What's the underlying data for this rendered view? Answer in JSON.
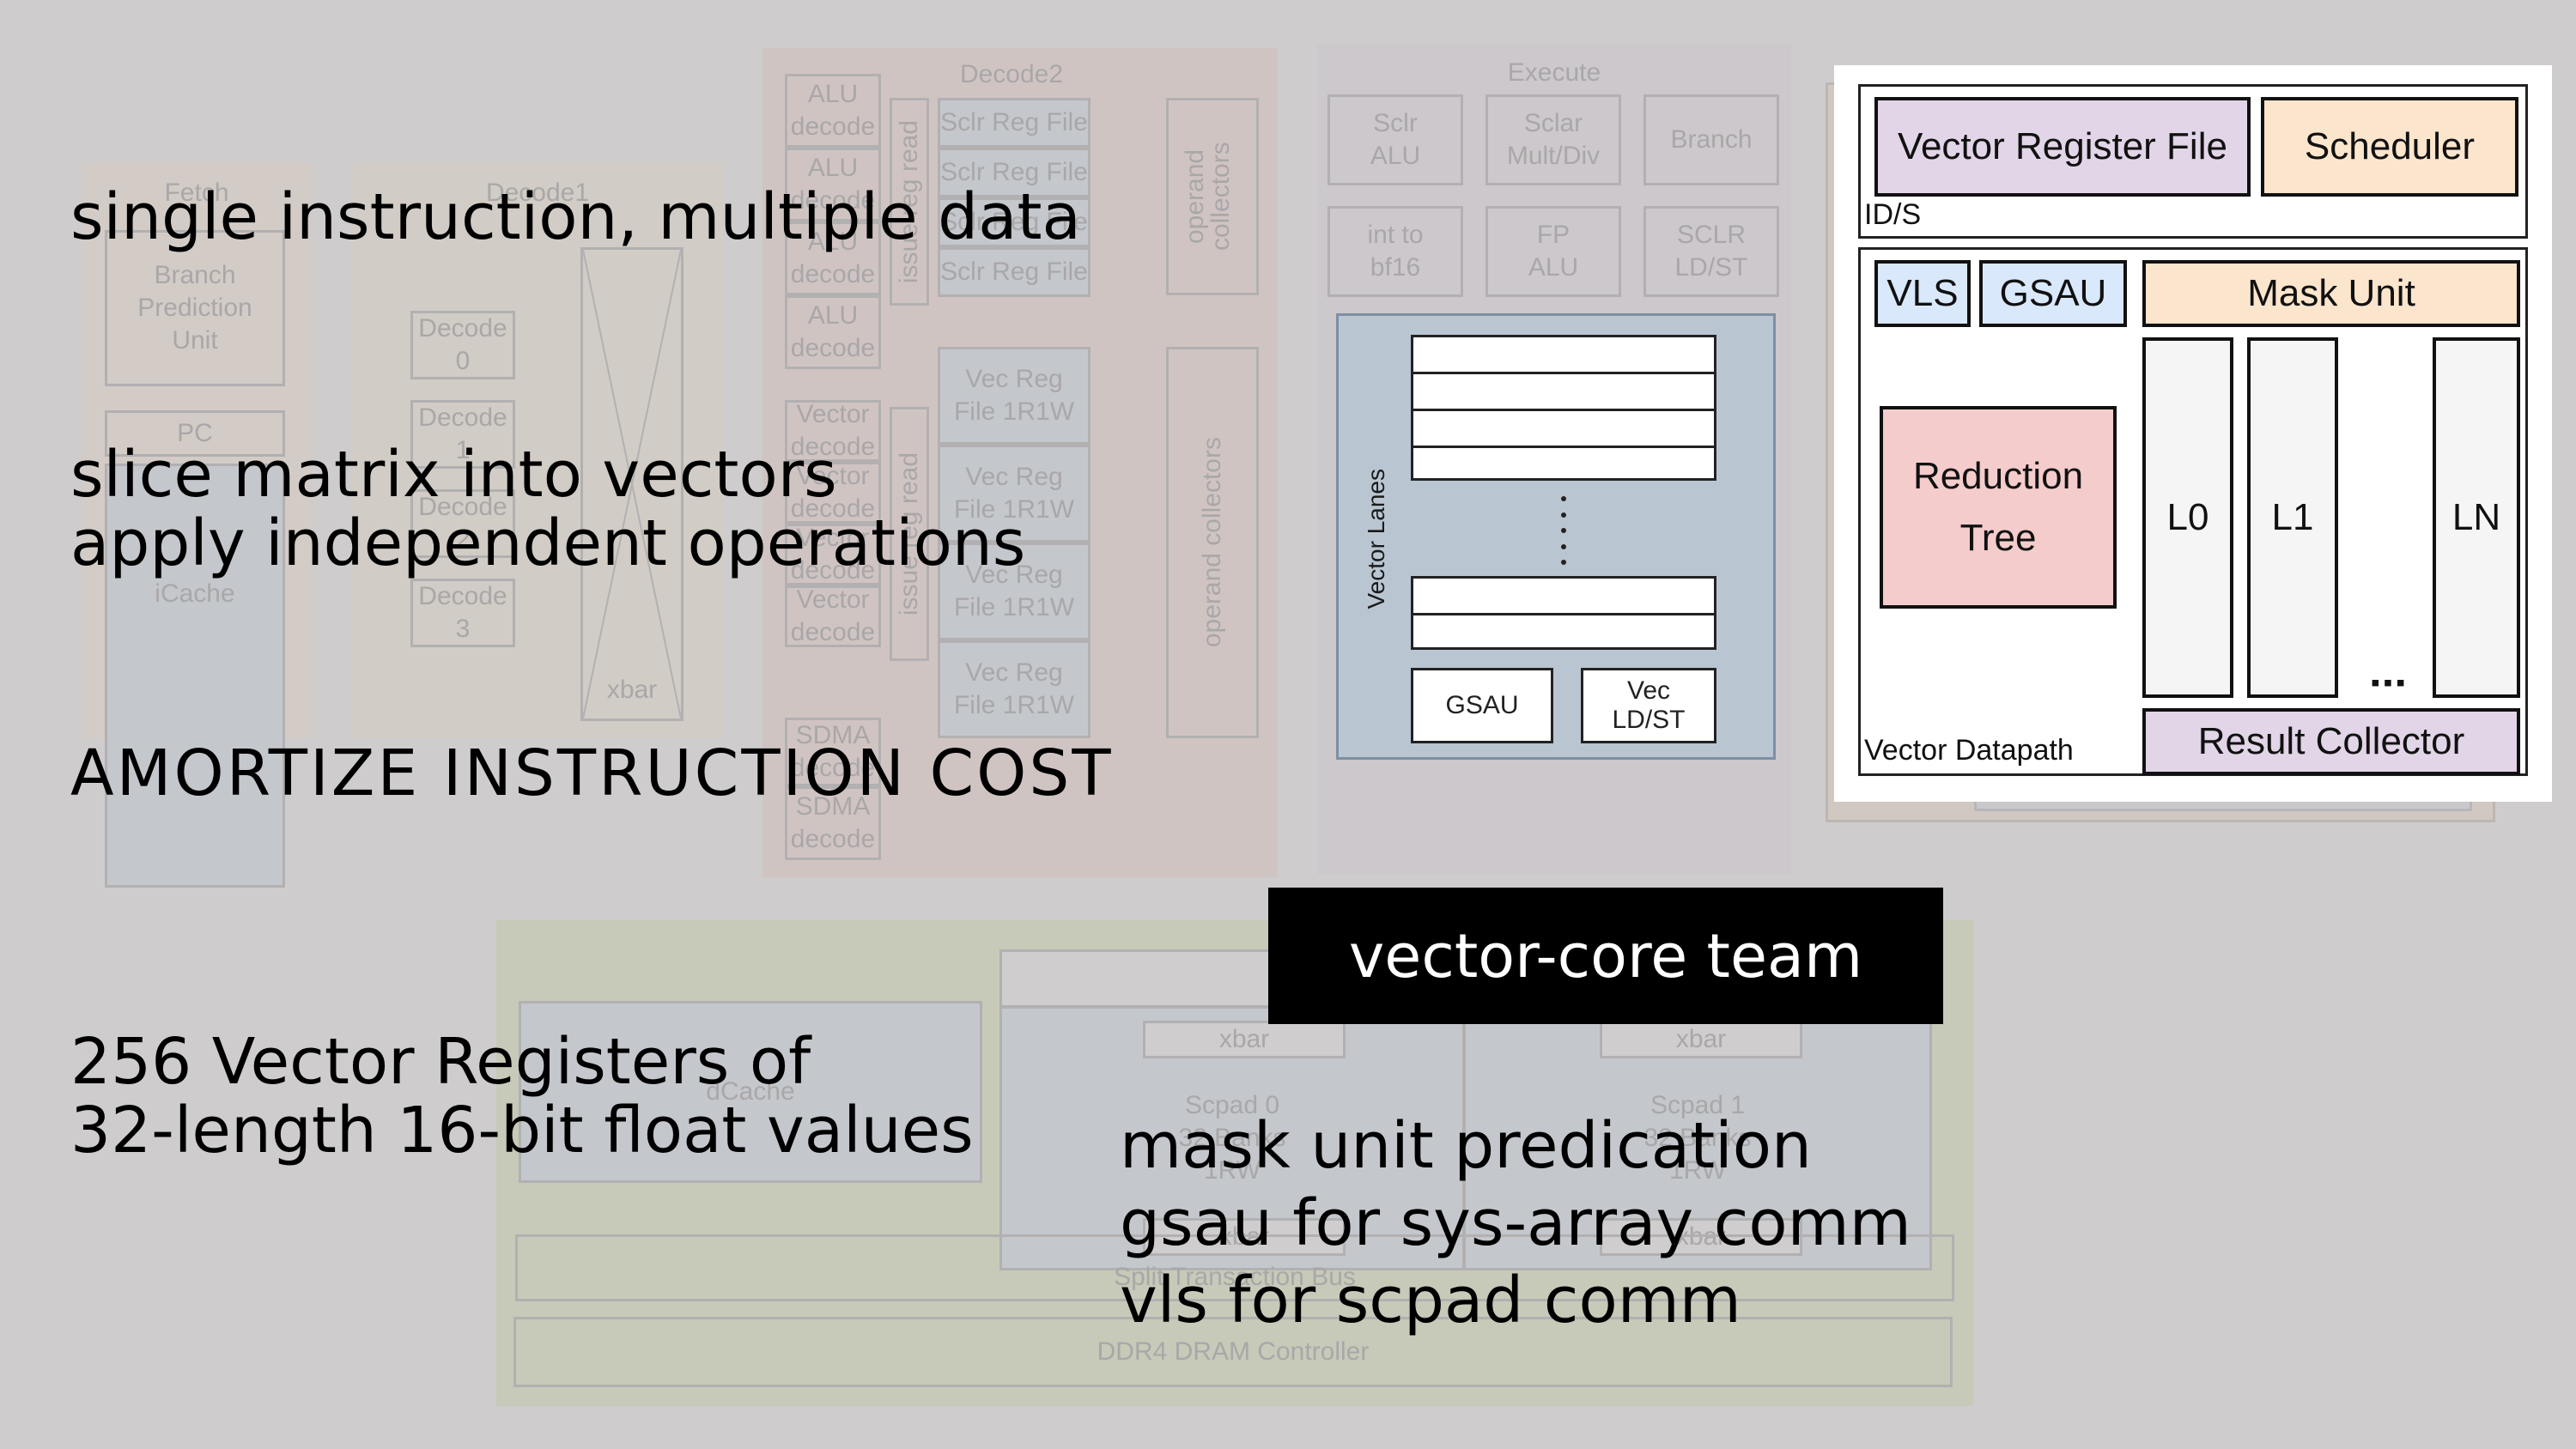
{
  "colors": {
    "background": "#cecccd",
    "fetch_stage": "#d3cbc6",
    "decode1_stage": "#d1ccc5",
    "decode2_stage": "#d0c4c3",
    "execute_stage": "#cdc8cc",
    "memory_stage": "#c7cab8",
    "vector_register_file": "#e1d5e7",
    "scheduler": "#fce5cd",
    "vls_gsau": "#dae8fc",
    "mask_unit": "#fce5cd",
    "reduction_tree": "#f4cccc",
    "lane": "#f5f5f5",
    "result_collector": "#e1d5e7",
    "vector_lanes_panel": "#b9c6d2",
    "label_banner": "#000000"
  },
  "diagram": {
    "fetch": {
      "title": "Fetch",
      "branch_prediction": "Branch Prediction Unit",
      "pc": "PC",
      "icache": "iCache"
    },
    "decode1": {
      "title": "Decode1",
      "decoders": [
        "Decode 0",
        "Decode 1",
        "Decode 2",
        "Decode 3"
      ],
      "xbar": "xbar"
    },
    "decode2": {
      "title": "Decode2",
      "alu_decoders": [
        "ALU decode",
        "ALU decode",
        "ALU decode",
        "ALU decode"
      ],
      "vector_decoders": [
        "Vector decode",
        "Vector decode",
        "Vector decode",
        "Vector decode"
      ],
      "sdma_decoders": [
        "SDMA decode",
        "SDMA decode"
      ],
      "issue_reg_read": "issue reg read",
      "scalar_reg_files": [
        "Sclr Reg File",
        "Sclr Reg File",
        "Sclr Reg File",
        "Sclr Reg File"
      ],
      "vector_reg_files": [
        "Vec Reg File 1R1W",
        "Vec Reg File 1R1W",
        "Vec Reg File 1R1W",
        "Vec Reg File 1R1W"
      ],
      "operand_collectors": "operand collectors"
    },
    "execute": {
      "title": "Execute",
      "units": [
        "Sclr ALU",
        "Sclar Mult/Div",
        "Branch",
        "int to bf16",
        "FP ALU",
        "SCLR LD/ST"
      ],
      "vector_lanes_label": "Vector Lanes",
      "gsau": "GSAU",
      "vec_ldst": "Vec LD/ST"
    },
    "memory": {
      "dcache": "dCache",
      "scpads": [
        {
          "name": "Scpad 0",
          "banks": "32 Banks",
          "ports": "1RW"
        },
        {
          "name": "Scpad 1",
          "banks": "32 Banks",
          "ports": "1RW"
        }
      ],
      "xbar": "xbar",
      "bus": "Split Transaction Bus",
      "dram": "DDR4 DRAM Controller"
    }
  },
  "inset": {
    "ids": {
      "label": "ID/S",
      "vector_register_file": "Vector Register File",
      "scheduler": "Scheduler"
    },
    "datapath": {
      "label": "Vector Datapath",
      "vls": "VLS",
      "gsau": "GSAU",
      "mask_unit": "Mask Unit",
      "reduction_tree": "Reduction Tree",
      "lanes": [
        "L0",
        "L1",
        "LN"
      ],
      "ellipsis": "▪▪▪",
      "result_collector": "Result Collector"
    }
  },
  "overlay": {
    "line1": "single instruction, multiple data",
    "line2a": "slice matrix into vectors",
    "line2b": "apply independent operations",
    "line3": "AMORTIZE INSTRUCTION COST",
    "line4a": "256 Vector Registers of",
    "line4b": "32-length 16-bit float values",
    "banner": "vector-core team",
    "notes": [
      "mask unit predication",
      "gsau for sys-array comm",
      "vls for scpad comm"
    ]
  }
}
